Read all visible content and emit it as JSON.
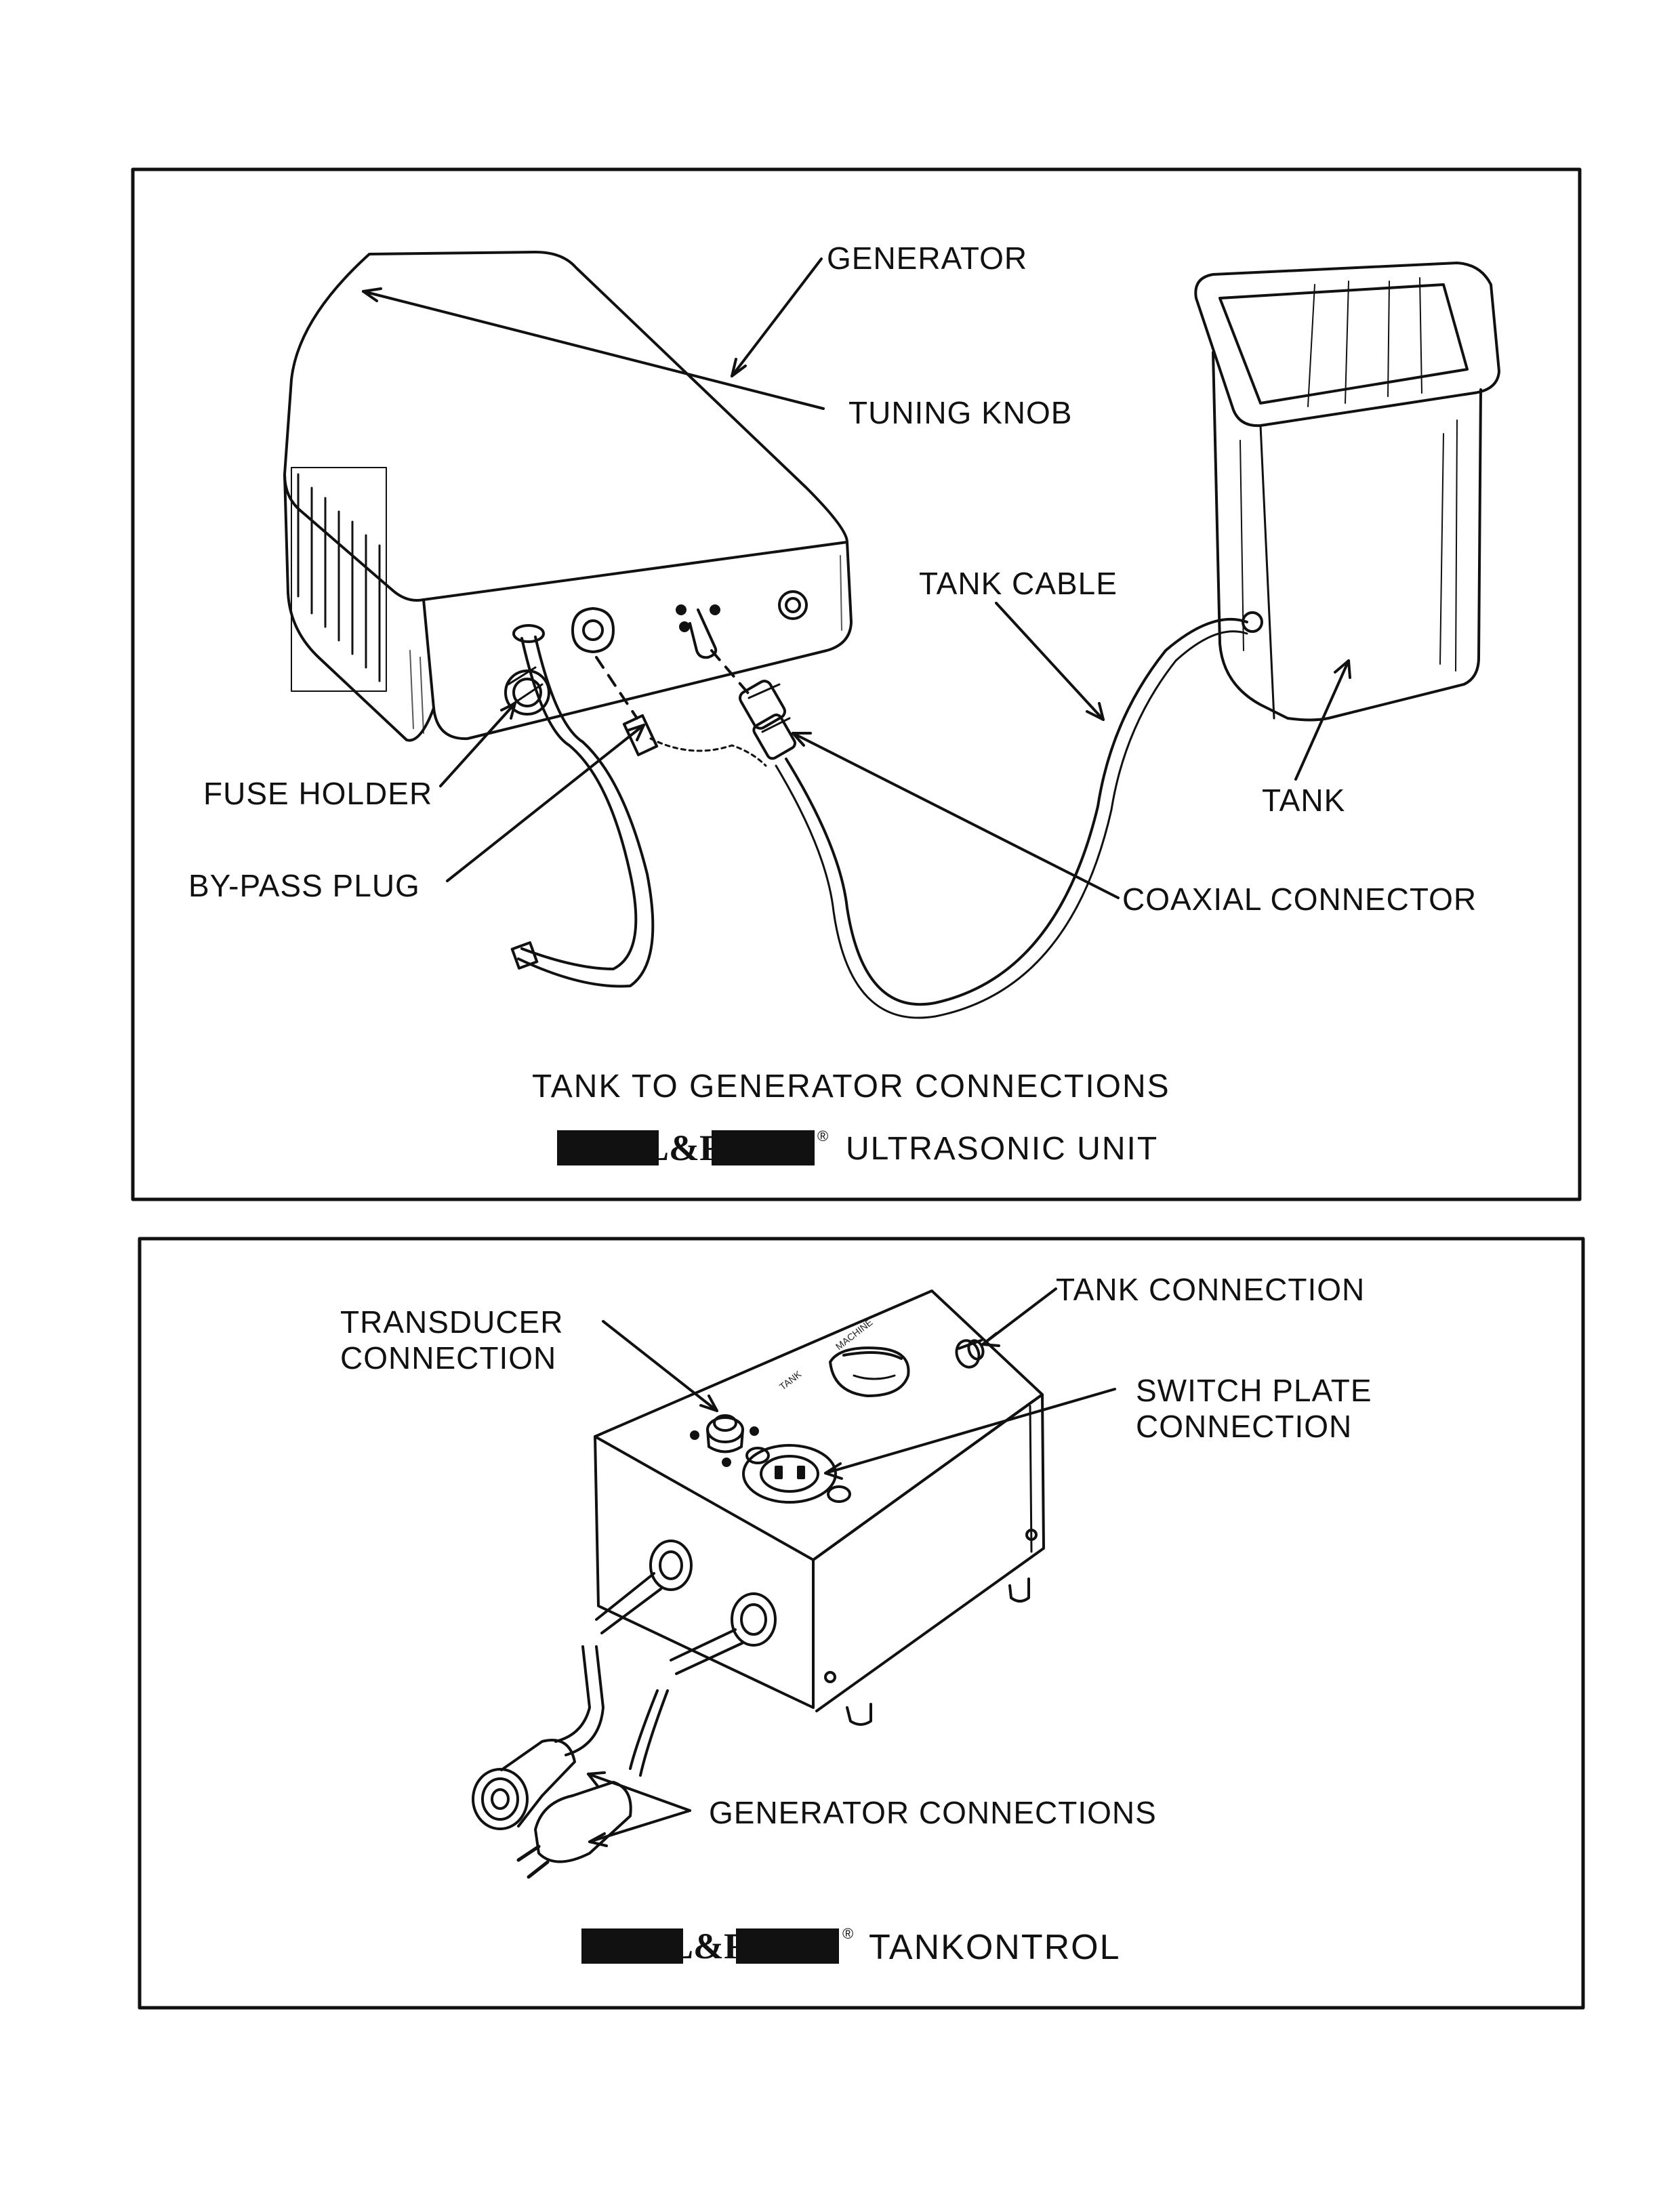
{
  "panel1": {
    "labels": {
      "generator": "GENERATOR",
      "tuning_knob": "TUNING KNOB",
      "tank_cable": "TANK CABLE",
      "fuse_holder": "FUSE HOLDER",
      "tank": "TANK",
      "bypass_plug": "BY-PASS PLUG",
      "coaxial_connector": "COAXIAL CONNECTOR"
    },
    "caption": "TANK TO GENERATOR CONNECTIONS",
    "product": "ULTRASONIC UNIT",
    "brand": "L&R",
    "registered": "®"
  },
  "panel2": {
    "labels": {
      "transducer_connection": "TRANSDUCER CONNECTION",
      "tank_connection": "TANK CONNECTION",
      "switch_plate_connection": "SWITCH PLATE CONNECTION",
      "generator_connections": "GENERATOR CONNECTIONS"
    },
    "switch_labels": {
      "tank": "TANK",
      "machine": "MACHINE"
    },
    "product": "TANKONTROL",
    "brand": "L&R",
    "registered": "®"
  },
  "colors": {
    "ink": "#111111",
    "paper": "#ffffff"
  }
}
